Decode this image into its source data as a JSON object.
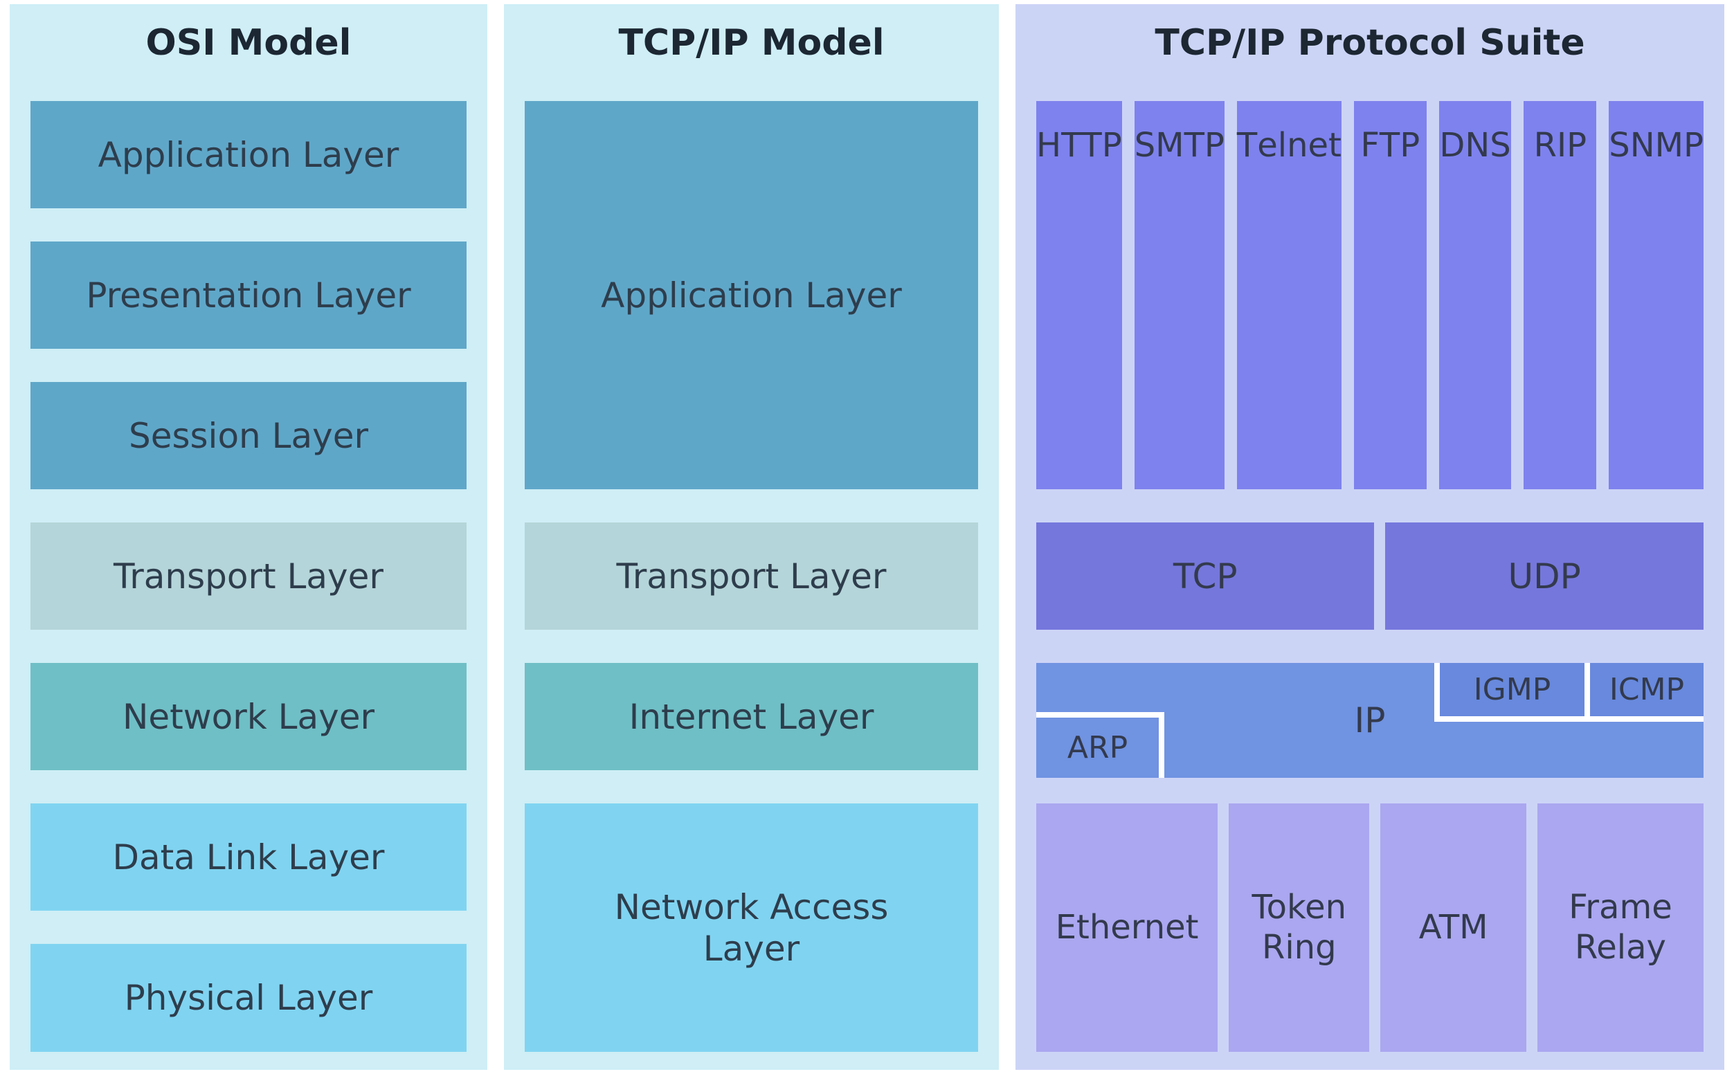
{
  "colors": {
    "page-bg": "#ffffff",
    "panel-cyan": "#cfeef6",
    "panel-lavender": "#ccd4f6",
    "steel-blue": "#5fa7c9",
    "pale-teal": "#b4d5d9",
    "teal": "#6fbfc6",
    "sky-blue": "#80d4f1",
    "purple": "#7e82ee",
    "purple-dark": "#7577dc",
    "ip-blue": "#7093e2",
    "sub-blue": "#6889dd",
    "lavender-box": "#aba7f0",
    "title-color": "#1c2733",
    "text-dark": "#2e3d4c",
    "text-suite": "#333a4d"
  },
  "osi": {
    "title": "OSI Model",
    "layers": [
      "Application Layer",
      "Presentation Layer",
      "Session Layer",
      "Transport Layer",
      "Network Layer",
      "Data Link Layer",
      "Physical Layer"
    ]
  },
  "tcpip": {
    "title": "TCP/IP Model",
    "layers": [
      "Application Layer",
      "Transport Layer",
      "Internet Layer",
      "Network Access Layer"
    ]
  },
  "suite": {
    "title": "TCP/IP Protocol Suite",
    "application_protocols": [
      "HTTP",
      "SMTP",
      "Telnet",
      "FTP",
      "DNS",
      "RIP",
      "SNMP"
    ],
    "transport_protocols": [
      "TCP",
      "UDP"
    ],
    "internet_protocols": {
      "ip": "IP",
      "arp": "ARP",
      "igmp": "IGMP",
      "icmp": "ICMP"
    },
    "link_technologies": [
      "Ethernet",
      "Token Ring",
      "ATM",
      "Frame Relay"
    ]
  }
}
